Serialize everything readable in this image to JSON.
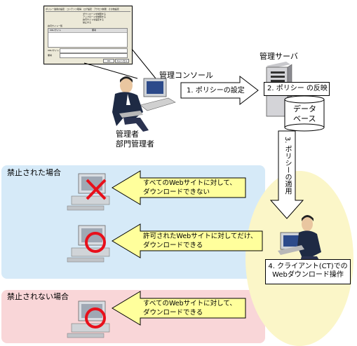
{
  "console_window": {
    "tabs": [
      "ポリシー適用の設定",
      "コンテンツ取得",
      "ログ設定",
      "アクセス制限",
      "その他設定"
    ],
    "options": [
      "ダウンロードを制限する",
      "アップロードを制限する",
      "許可サイトを設定する",
      "禁止する"
    ],
    "group_label": "許可サイト一覧",
    "list_header": [
      "URL/サイト",
      "備考"
    ],
    "field1_label": "URL/サイト",
    "field2_label": "備考",
    "button_ok": "OK",
    "button_cancel": "キャンセル"
  },
  "labels": {
    "admin_console": "管理コンソール",
    "management_server": "管理サーバ",
    "admin_role_1": "管理者",
    "admin_role_2": "部門管理者",
    "database_1": "データ",
    "database_2": "ベース",
    "prohibited_case": "禁止された場合",
    "not_prohibited_case": "禁止されない場合"
  },
  "steps": {
    "step1": "1. ポリシーの設定",
    "step2": "2. ポリシー の反映",
    "step3": "3. ポリシーの適用",
    "step4_line1": "4. クライアント(CT)での",
    "step4_line2": "Webダウンロード操作"
  },
  "scenarios": [
    {
      "line1": "すべてのWebサイトに対して、",
      "line2": "ダウンロードできない",
      "status_icon": "cross-icon"
    },
    {
      "line1": "許可されたWebサイトに対してだけ、",
      "line2": "ダウンロードできる",
      "status_icon": "circle-icon"
    },
    {
      "line1": "すべてのWebサイトに対して、",
      "line2": "ダウンロードできる",
      "status_icon": "circle-icon"
    }
  ],
  "colors": {
    "blue_zone": "#d6eaf8",
    "pink_zone": "#f9d6d8",
    "yellow_zone": "#fbf6c8",
    "yellow_arrow": "#ffff9c",
    "status_red": "#e8101b"
  }
}
